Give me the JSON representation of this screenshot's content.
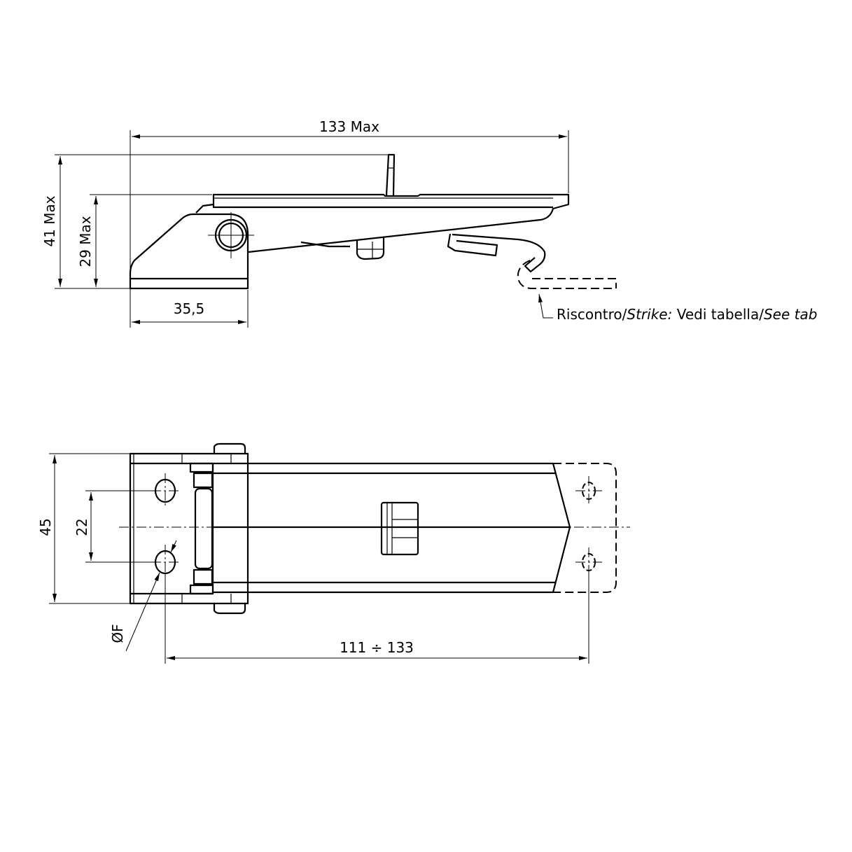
{
  "side_view": {
    "dim_overall_length": "133 Max",
    "dim_overall_height": "41 Max",
    "dim_base_height": "29 Max",
    "dim_base_length": "35,5",
    "strike_note": {
      "it_1": "Riscontro/",
      "en_1": "Strike:",
      "it_2": " Vedi tabella/",
      "en_2": "See tab"
    }
  },
  "top_view": {
    "dim_width": "45",
    "dim_hole_spacing": "22",
    "dim_hole_distance": "111 ÷ 133",
    "hole_diameter": "ØF"
  }
}
